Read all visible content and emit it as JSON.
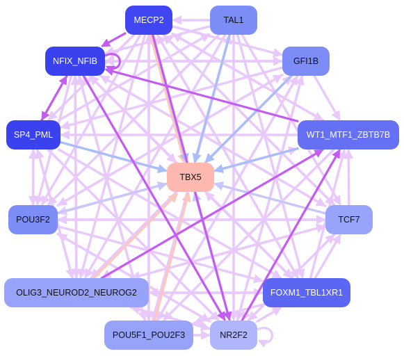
{
  "nodes": [
    {
      "id": "mecp2",
      "label": "MECP2",
      "fill": "#3f46f2",
      "text": "#ffffff"
    },
    {
      "id": "tal1",
      "label": "TAL1",
      "fill": "#7d8df8",
      "text": "#111111"
    },
    {
      "id": "nfix_nfib",
      "label": "NFIX_NFIB",
      "fill": "#3a42f0",
      "text": "#ffffff"
    },
    {
      "id": "gfi1b",
      "label": "GFI1B",
      "fill": "#7d8cf7",
      "text": "#111111"
    },
    {
      "id": "sp4_pml",
      "label": "SP4_PML",
      "fill": "#3a42f0",
      "text": "#ffffff"
    },
    {
      "id": "wt1",
      "label": "WT1_MTF1_ZBTB7B",
      "fill": "#6670f4",
      "text": "#ffffff"
    },
    {
      "id": "tbx5",
      "label": "TBX5",
      "fill": "#ffb8b0",
      "text": "#111111"
    },
    {
      "id": "pou3f2",
      "label": "POU3F2",
      "fill": "#7d8df8",
      "text": "#111111"
    },
    {
      "id": "tcf7",
      "label": "TCF7",
      "fill": "#97a4fa",
      "text": "#111111"
    },
    {
      "id": "olig3",
      "label": "OLIG3_NEUROD2_NEUROG2",
      "fill": "#97a2f9",
      "text": "#111111"
    },
    {
      "id": "foxm1",
      "label": "FOXM1_TBL1XR1",
      "fill": "#5b66f3",
      "text": "#ffffff"
    },
    {
      "id": "pou5f1",
      "label": "POU5F1_POU2F3",
      "fill": "#97a2f9",
      "text": "#111111"
    },
    {
      "id": "nr2f2",
      "label": "NR2F2",
      "fill": "#b0b6fb",
      "text": "#111111"
    }
  ],
  "edge_colors": {
    "light_violet": "#e9c8fb",
    "violet": "#c35cf0",
    "periwinkle": "#a9bdf9",
    "peach": "#fcc7bc",
    "lavender_blue": "#c7c8fa"
  },
  "edges": [
    {
      "from": "mecp2",
      "to": "tbx5",
      "color": "peach"
    },
    {
      "from": "mecp2",
      "to": "tbx5",
      "color": "periwinkle"
    },
    {
      "from": "tal1",
      "to": "tbx5",
      "color": "periwinkle"
    },
    {
      "from": "gfi1b",
      "to": "tbx5",
      "color": "periwinkle"
    },
    {
      "from": "sp4_pml",
      "to": "tbx5",
      "color": "periwinkle"
    },
    {
      "from": "pou3f2",
      "to": "tbx5",
      "color": "lavender_blue"
    },
    {
      "from": "tcf7",
      "to": "tbx5",
      "color": "lavender_blue"
    },
    {
      "from": "nr2f2",
      "to": "tbx5",
      "color": "lavender_blue"
    },
    {
      "from": "olig3",
      "to": "tbx5",
      "color": "peach"
    },
    {
      "from": "pou5f1",
      "to": "tbx5",
      "color": "peach"
    },
    {
      "from": "foxm1",
      "to": "tbx5",
      "color": "light_violet"
    },
    {
      "from": "wt1",
      "to": "tbx5",
      "color": "periwinkle"
    },
    {
      "from": "nfix_nfib",
      "to": "tbx5",
      "color": "light_violet"
    },
    {
      "from": "wt1",
      "to": "nfix_nfib",
      "color": "violet"
    },
    {
      "from": "sp4_pml",
      "to": "nfix_nfib",
      "color": "violet"
    },
    {
      "from": "nfix_nfib",
      "to": "sp4_pml",
      "color": "violet"
    },
    {
      "from": "mecp2",
      "to": "nfix_nfib",
      "color": "violet"
    },
    {
      "from": "nfix_nfib",
      "to": "nr2f2",
      "color": "violet"
    },
    {
      "from": "olig3",
      "to": "wt1",
      "color": "violet"
    },
    {
      "from": "nr2f2",
      "to": "wt1",
      "color": "violet"
    },
    {
      "from": "mecp2",
      "to": "nr2f2",
      "color": "violet"
    },
    {
      "from": "mecp2",
      "to": "gfi1b",
      "color": "light_violet"
    },
    {
      "from": "mecp2",
      "to": "wt1",
      "color": "light_violet"
    },
    {
      "from": "mecp2",
      "to": "tcf7",
      "color": "light_violet"
    },
    {
      "from": "mecp2",
      "to": "foxm1",
      "color": "light_violet"
    },
    {
      "from": "mecp2",
      "to": "olig3",
      "color": "light_violet"
    },
    {
      "from": "mecp2",
      "to": "pou5f1",
      "color": "light_violet"
    },
    {
      "from": "mecp2",
      "to": "pou3f2",
      "color": "light_violet"
    },
    {
      "from": "mecp2",
      "to": "sp4_pml",
      "color": "light_violet"
    },
    {
      "from": "tal1",
      "to": "mecp2",
      "color": "light_violet"
    },
    {
      "from": "tal1",
      "to": "olig3",
      "color": "light_violet"
    },
    {
      "from": "tal1",
      "to": "pou5f1",
      "color": "light_violet"
    },
    {
      "from": "tal1",
      "to": "nfix_nfib",
      "color": "light_violet"
    },
    {
      "from": "tal1",
      "to": "pou3f2",
      "color": "light_violet"
    },
    {
      "from": "tal1",
      "to": "nr2f2",
      "color": "light_violet"
    },
    {
      "from": "tal1",
      "to": "tcf7",
      "color": "light_violet"
    },
    {
      "from": "tal1",
      "to": "foxm1",
      "color": "light_violet"
    },
    {
      "from": "gfi1b",
      "to": "nfix_nfib",
      "color": "light_violet"
    },
    {
      "from": "gfi1b",
      "to": "pou3f2",
      "color": "light_violet"
    },
    {
      "from": "gfi1b",
      "to": "olig3",
      "color": "light_violet"
    },
    {
      "from": "gfi1b",
      "to": "pou5f1",
      "color": "light_violet"
    },
    {
      "from": "gfi1b",
      "to": "nr2f2",
      "color": "light_violet"
    },
    {
      "from": "gfi1b",
      "to": "wt1",
      "color": "light_violet"
    },
    {
      "from": "gfi1b",
      "to": "sp4_pml",
      "color": "light_violet"
    },
    {
      "from": "nfix_nfib",
      "to": "gfi1b",
      "color": "light_violet"
    },
    {
      "from": "nfix_nfib",
      "to": "tcf7",
      "color": "light_violet"
    },
    {
      "from": "nfix_nfib",
      "to": "foxm1",
      "color": "light_violet"
    },
    {
      "from": "nfix_nfib",
      "to": "olig3",
      "color": "light_violet"
    },
    {
      "from": "nfix_nfib",
      "to": "pou5f1",
      "color": "light_violet"
    },
    {
      "from": "nfix_nfib",
      "to": "pou3f2",
      "color": "light_violet"
    },
    {
      "from": "sp4_pml",
      "to": "olig3",
      "color": "light_violet"
    },
    {
      "from": "sp4_pml",
      "to": "pou3f2",
      "color": "light_violet"
    },
    {
      "from": "sp4_pml",
      "to": "nr2f2",
      "color": "light_violet"
    },
    {
      "from": "sp4_pml",
      "to": "tal1",
      "color": "light_violet"
    },
    {
      "from": "sp4_pml",
      "to": "foxm1",
      "color": "light_violet"
    },
    {
      "from": "wt1",
      "to": "pou3f2",
      "color": "light_violet"
    },
    {
      "from": "wt1",
      "to": "olig3",
      "color": "light_violet"
    },
    {
      "from": "wt1",
      "to": "pou5f1",
      "color": "light_violet"
    },
    {
      "from": "wt1",
      "to": "sp4_pml",
      "color": "light_violet"
    },
    {
      "from": "wt1",
      "to": "mecp2",
      "color": "light_violet"
    },
    {
      "from": "wt1",
      "to": "nr2f2",
      "color": "light_violet"
    },
    {
      "from": "pou3f2",
      "to": "tcf7",
      "color": "light_violet"
    },
    {
      "from": "pou3f2",
      "to": "nr2f2",
      "color": "light_violet"
    },
    {
      "from": "pou3f2",
      "to": "foxm1",
      "color": "light_violet"
    },
    {
      "from": "pou3f2",
      "to": "wt1",
      "color": "light_violet"
    },
    {
      "from": "pou3f2",
      "to": "gfi1b",
      "color": "light_violet"
    },
    {
      "from": "pou3f2",
      "to": "sp4_pml",
      "color": "light_violet"
    },
    {
      "from": "tcf7",
      "to": "olig3",
      "color": "light_violet"
    },
    {
      "from": "tcf7",
      "to": "pou3f2",
      "color": "light_violet"
    },
    {
      "from": "tcf7",
      "to": "nfix_nfib",
      "color": "light_violet"
    },
    {
      "from": "tcf7",
      "to": "nr2f2",
      "color": "light_violet"
    },
    {
      "from": "tcf7",
      "to": "wt1",
      "color": "light_violet"
    },
    {
      "from": "tcf7",
      "to": "mecp2",
      "color": "light_violet"
    },
    {
      "from": "olig3",
      "to": "nr2f2",
      "color": "light_violet"
    },
    {
      "from": "olig3",
      "to": "foxm1",
      "color": "light_violet"
    },
    {
      "from": "olig3",
      "to": "tcf7",
      "color": "light_violet"
    },
    {
      "from": "olig3",
      "to": "gfi1b",
      "color": "light_violet"
    },
    {
      "from": "olig3",
      "to": "nfix_nfib",
      "color": "light_violet"
    },
    {
      "from": "olig3",
      "to": "sp4_pml",
      "color": "light_violet"
    },
    {
      "from": "foxm1",
      "to": "olig3",
      "color": "light_violet"
    },
    {
      "from": "foxm1",
      "to": "pou5f1",
      "color": "light_violet"
    },
    {
      "from": "foxm1",
      "to": "nfix_nfib",
      "color": "light_violet"
    },
    {
      "from": "foxm1",
      "to": "wt1",
      "color": "light_violet"
    },
    {
      "from": "foxm1",
      "to": "tcf7",
      "color": "light_violet"
    },
    {
      "from": "foxm1",
      "to": "mecp2",
      "color": "light_violet"
    },
    {
      "from": "pou5f1",
      "to": "nr2f2",
      "color": "light_violet"
    },
    {
      "from": "pou5f1",
      "to": "nfix_nfib",
      "color": "light_violet"
    },
    {
      "from": "pou5f1",
      "to": "tal1",
      "color": "light_violet"
    },
    {
      "from": "pou5f1",
      "to": "gfi1b",
      "color": "light_violet"
    },
    {
      "from": "pou5f1",
      "to": "mecp2",
      "color": "light_violet"
    },
    {
      "from": "nr2f2",
      "to": "tcf7",
      "color": "light_violet"
    },
    {
      "from": "nr2f2",
      "to": "foxm1",
      "color": "light_violet"
    },
    {
      "from": "nr2f2",
      "to": "nfix_nfib",
      "color": "light_violet"
    },
    {
      "from": "nr2f2",
      "to": "gfi1b",
      "color": "light_violet"
    },
    {
      "from": "nr2f2",
      "to": "mecp2",
      "color": "light_violet"
    },
    {
      "from": "nr2f2",
      "to": "pou3f2",
      "color": "light_violet"
    },
    {
      "from": "nr2f2",
      "to": "olig3",
      "color": "light_violet"
    }
  ],
  "self_loops": [
    {
      "node": "nfix_nfib",
      "color": "violet"
    },
    {
      "node": "nr2f2",
      "color": "light_violet"
    }
  ]
}
